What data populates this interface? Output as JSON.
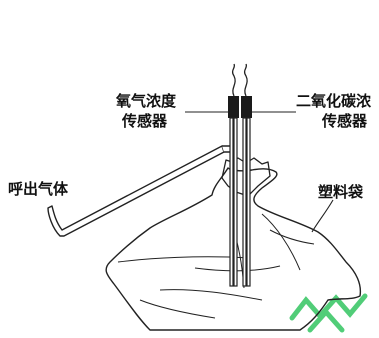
{
  "labels": {
    "o2_sensor_line1": "氧气浓度",
    "o2_sensor_line2": "传感器",
    "co2_sensor_line1": "二氧化碳浓",
    "co2_sensor_line2": "传感器",
    "exhaled_gas": "呼出气体",
    "plastic_bag": "塑料袋"
  },
  "colors": {
    "line": "#222222",
    "sensor_cap": "#1a1a1a",
    "watermark": "#3fc86a"
  }
}
